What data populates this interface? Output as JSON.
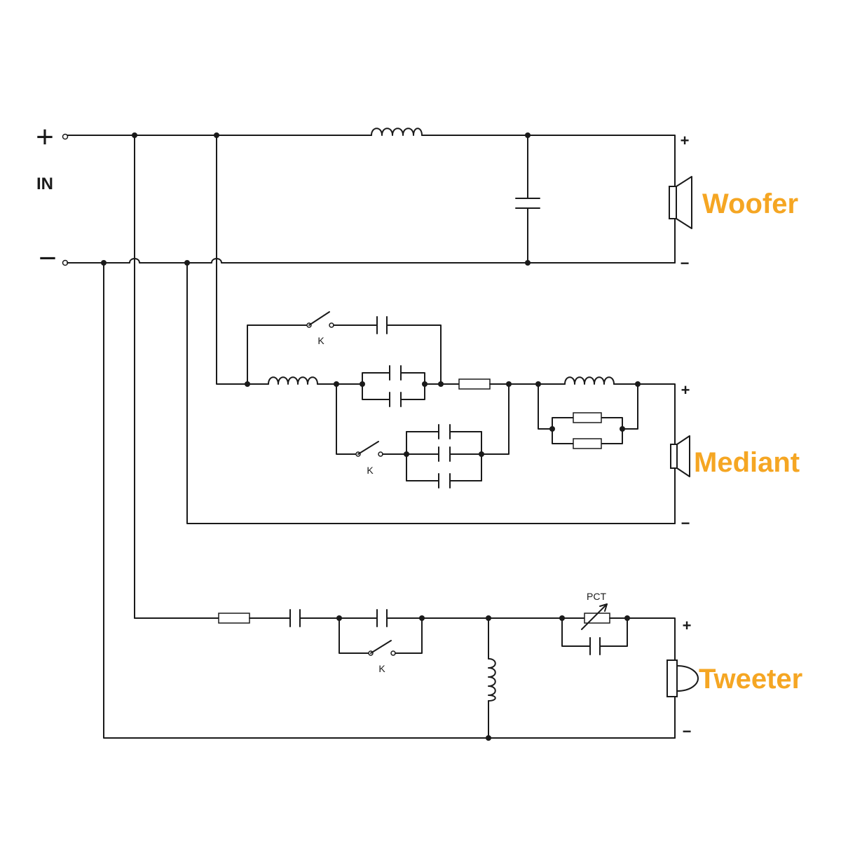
{
  "input": {
    "plus": "+",
    "label": "IN",
    "minus": "−"
  },
  "speakers": {
    "woofer": {
      "label": "Woofer",
      "plus": "+",
      "minus": "−"
    },
    "mediant": {
      "label": "Mediant",
      "plus": "+",
      "minus": "−"
    },
    "tweeter": {
      "label": "Tweeter",
      "plus": "+",
      "minus": "−"
    }
  },
  "switches": {
    "k1": "K",
    "k2": "K",
    "k3": "K"
  },
  "thermistor": {
    "label": "PCT"
  },
  "colors": {
    "accent": "#f5a623",
    "line": "#1a1a1a"
  }
}
